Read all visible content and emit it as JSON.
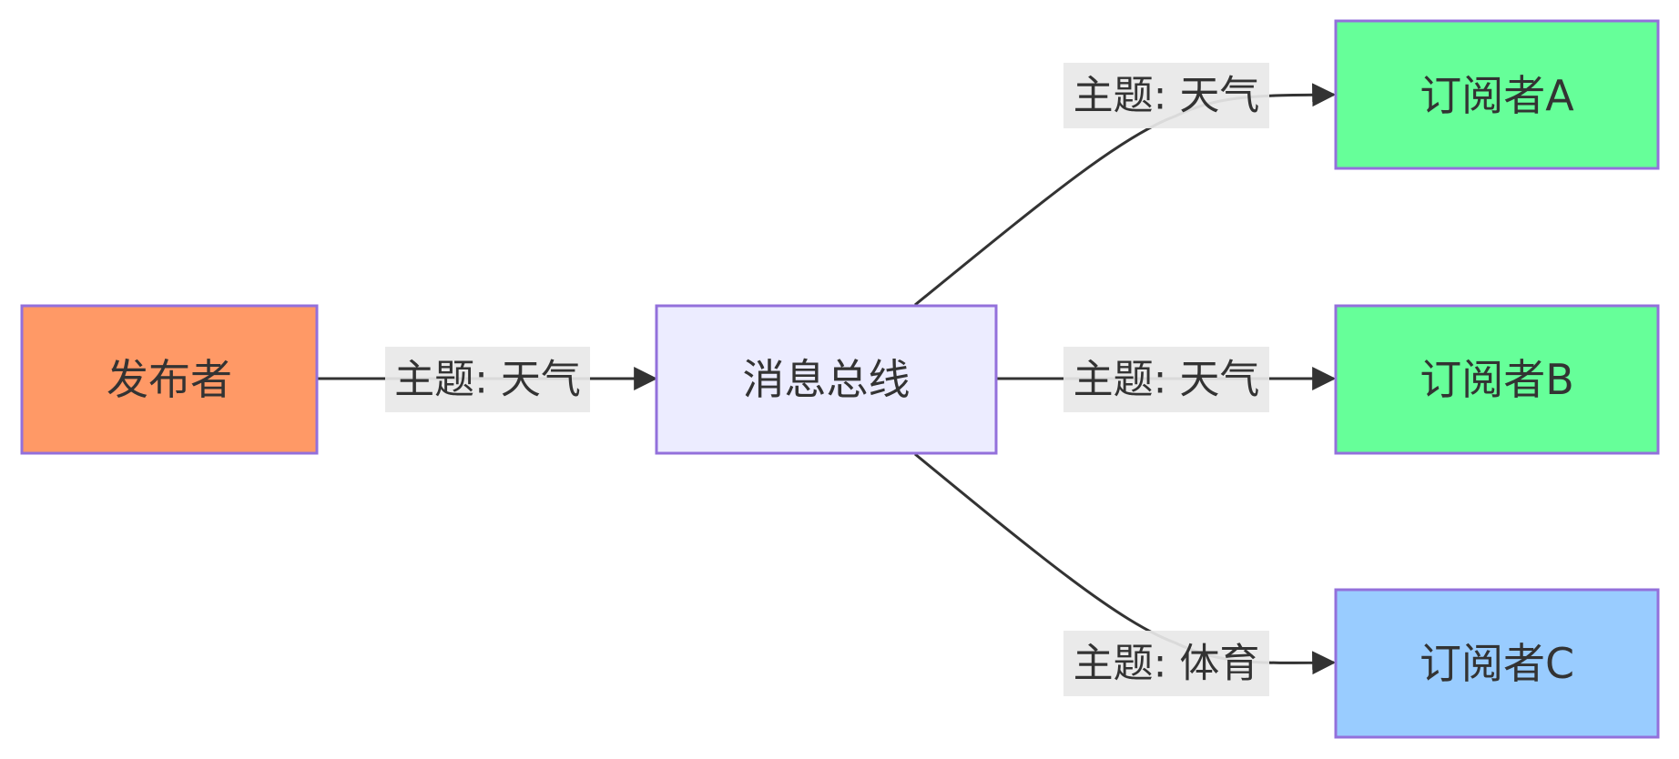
{
  "colors": {
    "publisher": "#ff9966",
    "bus": "#ececff",
    "subscriber_a": "#66ff99",
    "subscriber_b": "#66ff99",
    "subscriber_c": "#99ccff",
    "node_border": "#9370db",
    "edge": "#333333",
    "label_bg": "#e8e8e8",
    "text": "#333333"
  },
  "nodes": {
    "publisher": "发布者",
    "bus": "消息总线",
    "subscriber_a": "订阅者A",
    "subscriber_b": "订阅者B",
    "subscriber_c": "订阅者C"
  },
  "edges": [
    {
      "from": "发布者",
      "to": "消息总线",
      "label": "主题: 天气"
    },
    {
      "from": "消息总线",
      "to": "订阅者A",
      "label": "主题: 天气"
    },
    {
      "from": "消息总线",
      "to": "订阅者B",
      "label": "主题: 天气"
    },
    {
      "from": "消息总线",
      "to": "订阅者C",
      "label": "主题: 体育"
    }
  ]
}
